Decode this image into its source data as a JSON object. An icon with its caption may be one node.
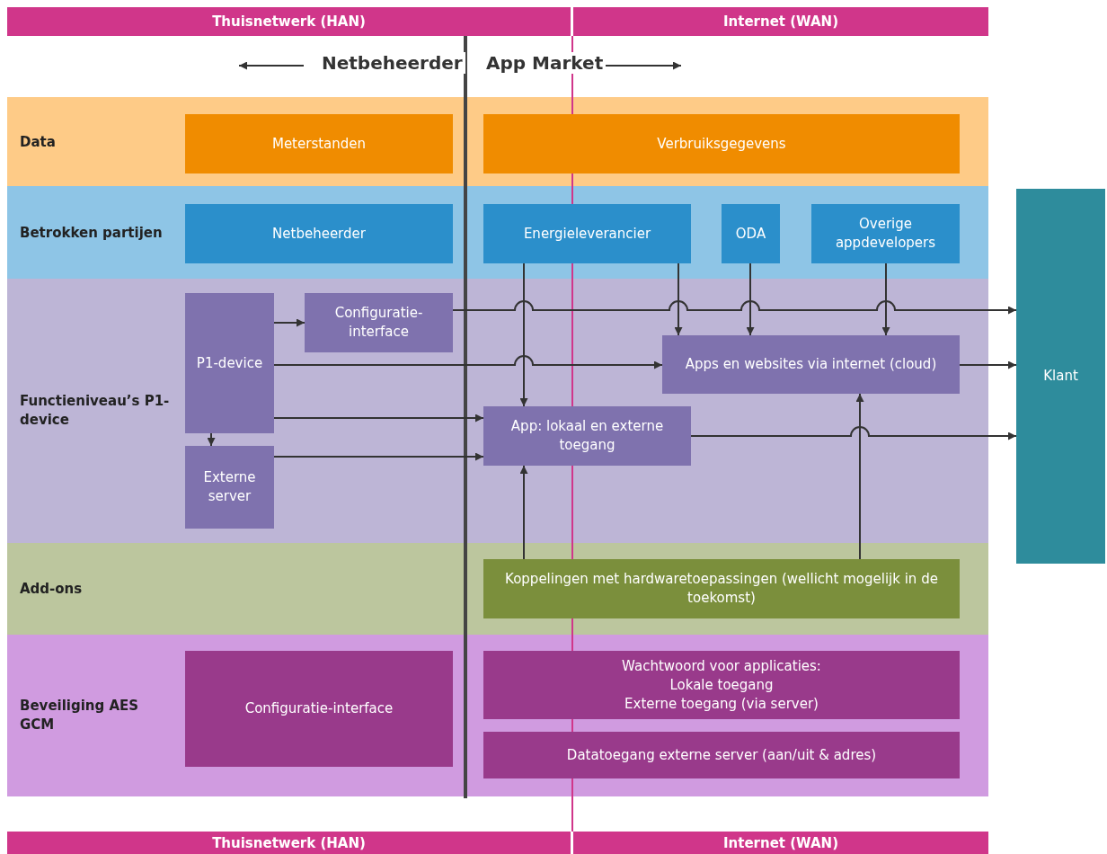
{
  "diagram": {
    "nodes": [
      {
        "text": [
          "Thuisnetwerk (HAN)"
        ]
      },
      {
        "text": [
          "Internet (WAN)"
        ]
      },
      {
        "text": [
          "Data"
        ]
      },
      {
        "text": [
          "Meterstanden"
        ],
        "in": 2
      },
      {
        "text": [
          "Verbruiksgegevens"
        ],
        "in": 2
      },
      {
        "text": [
          "Betrokken partijen"
        ]
      },
      {
        "text": [
          "Netbeheerder"
        ],
        "in": 5
      },
      {
        "text": [
          "Energieleverancier"
        ],
        "in": 5
      },
      {
        "text": [
          "ODA"
        ],
        "in": 5
      },
      {
        "text": [
          "Overige appdevelopers"
        ],
        "in": 5
      },
      {
        "text": [
          "Functieniveau’s P1-device"
        ]
      },
      {
        "text": [
          "P1-device"
        ],
        "in": 10
      },
      {
        "text": [
          "Configuratie-interface"
        ],
        "in": 10
      },
      {
        "text": [
          "Apps en websites via internet (cloud)"
        ],
        "in": 10
      },
      {
        "text": [
          "Externe server"
        ],
        "in": 10
      },
      {
        "text": [
          "App: lokaal en externe toegang"
        ],
        "in": 10
      },
      {
        "text": [
          "Add-ons"
        ]
      },
      {
        "text": [
          "Koppelingen met hardwaretoepassingen (wellicht mogelijk in de toekomst)"
        ],
        "in": 16
      },
      {
        "text": [
          "Beveiliging AES GCM"
        ]
      },
      {
        "text": [
          "Configuratie-interface"
        ],
        "in": 18
      },
      {
        "text": [
          "Wachtwoord voor applicaties:",
          "Lokale toegang",
          "Externe toegang (via server)"
        ],
        "in": 18
      },
      {
        "text": [
          "Datatoegang externe server (aan/uit & adres)"
        ],
        "in": 18
      },
      {
        "text": [
          "Klant"
        ]
      },
      {
        "text": [
          "Thuisnetwerk (HAN)"
        ]
      },
      {
        "text": [
          "Internet (WAN)"
        ]
      }
    ],
    "edges": [
      {
        "from": 11,
        "to": 12,
        "arrow": "to"
      },
      {
        "from": 12,
        "to": 22,
        "arrow": "to"
      },
      {
        "from": 11,
        "to": 13,
        "arrow": "to"
      },
      {
        "from": 11,
        "to": 15,
        "arrow": "to"
      },
      {
        "from": 11,
        "to": 14,
        "arrow": "to"
      },
      {
        "from": 14,
        "to": 15,
        "arrow": "to"
      },
      {
        "from": 7,
        "to": 15,
        "arrow": "to"
      },
      {
        "from": 7,
        "to": 13,
        "arrow": "to"
      },
      {
        "from": 8,
        "to": 13,
        "arrow": "to"
      },
      {
        "from": 9,
        "to": 13,
        "arrow": "to"
      },
      {
        "from": 13,
        "to": 22,
        "arrow": "to"
      },
      {
        "from": 15,
        "to": 22,
        "arrow": "to"
      },
      {
        "from": 17,
        "to": 15,
        "arrow": "to"
      },
      {
        "from": 17,
        "to": 13,
        "arrow": "to"
      }
    ],
    "labels": [
      "Netbeheerder",
      "App Market"
    ]
  }
}
